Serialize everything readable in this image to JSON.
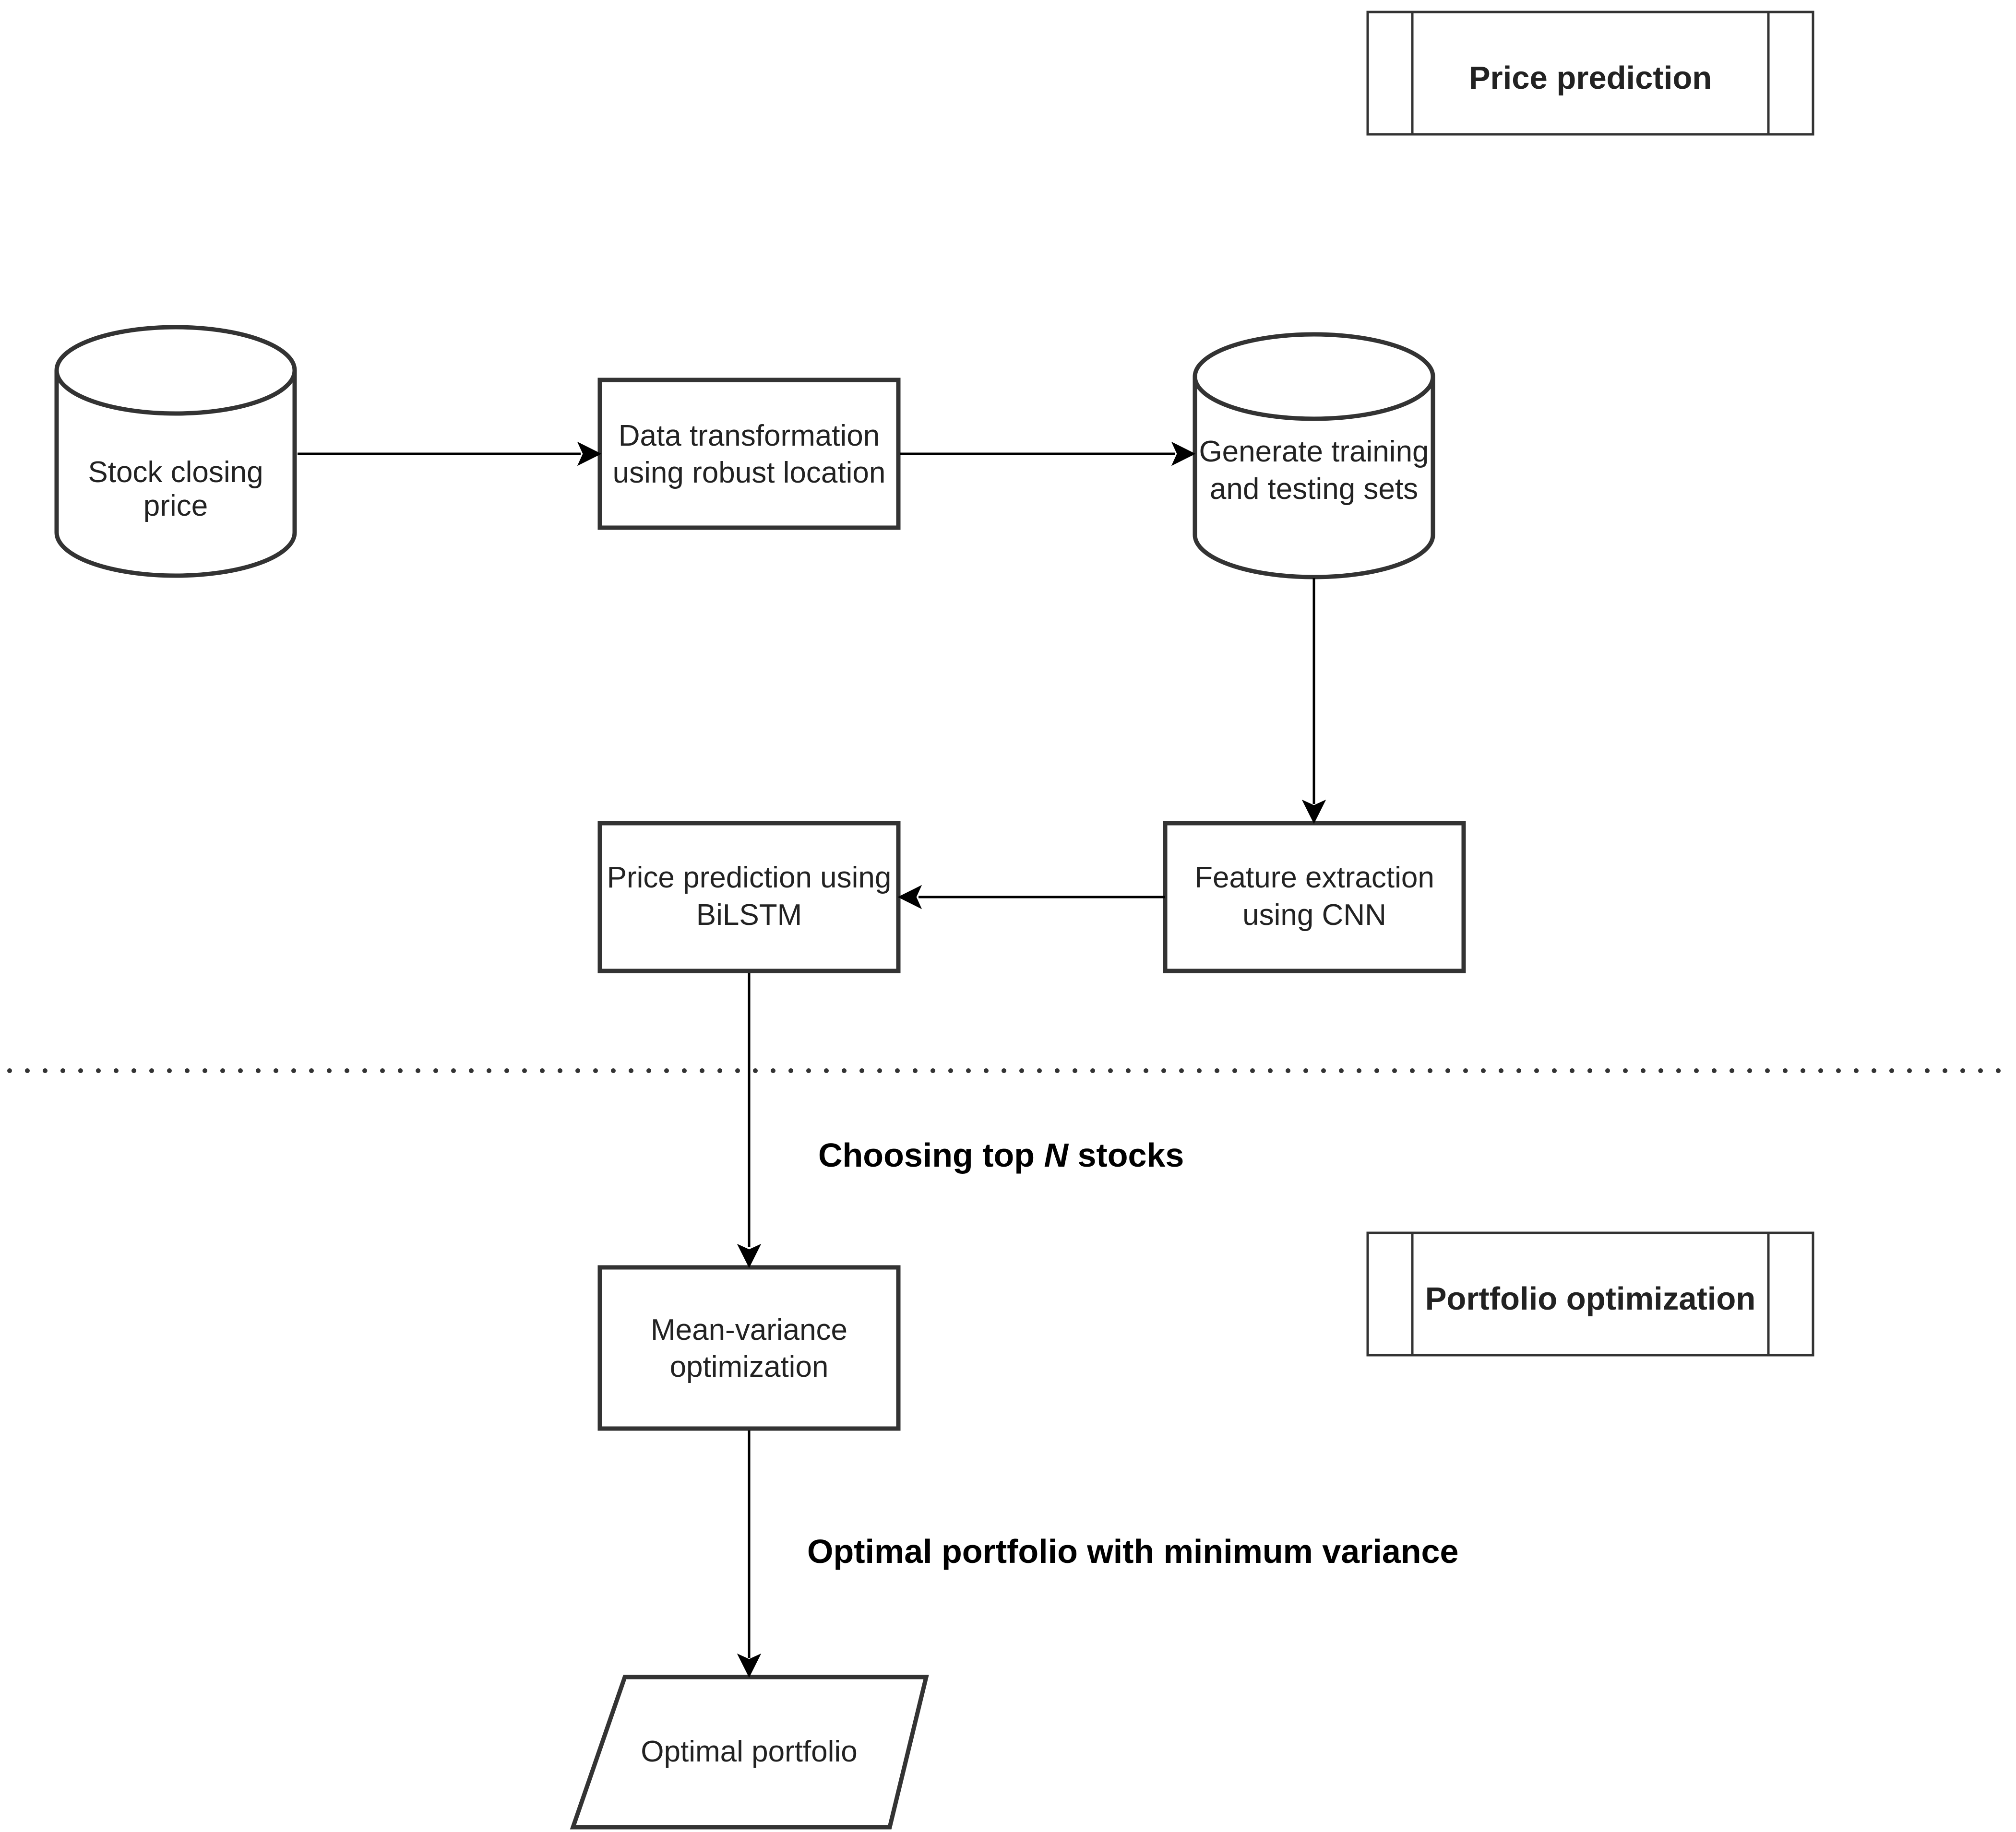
{
  "sections": {
    "price_prediction": "Price prediction",
    "portfolio_optimization": "Portfolio optimization"
  },
  "nodes": {
    "stock_closing_price": {
      "shape": "cylinder",
      "lines": [
        "Stock closing",
        "price"
      ]
    },
    "data_transformation": {
      "shape": "rectangle",
      "lines": [
        "Data transformation",
        "using robust location"
      ]
    },
    "generate_sets": {
      "shape": "cylinder",
      "lines": [
        "Generate training",
        "and testing sets"
      ]
    },
    "feature_extraction": {
      "shape": "rectangle",
      "lines": [
        "Feature extraction",
        "using CNN"
      ]
    },
    "price_prediction_bilstm": {
      "shape": "rectangle",
      "lines": [
        "Price prediction using",
        "BiLSTM"
      ]
    },
    "mean_variance": {
      "shape": "rectangle",
      "lines": [
        "Mean-variance",
        "optimization"
      ]
    },
    "optimal_portfolio": {
      "shape": "parallelogram",
      "lines": [
        "Optimal portfolio"
      ]
    }
  },
  "edges": [
    {
      "from": "stock_closing_price",
      "to": "data_transformation",
      "label": ""
    },
    {
      "from": "data_transformation",
      "to": "generate_sets",
      "label": ""
    },
    {
      "from": "generate_sets",
      "to": "feature_extraction",
      "label": ""
    },
    {
      "from": "feature_extraction",
      "to": "price_prediction_bilstm",
      "label": ""
    },
    {
      "from": "price_prediction_bilstm",
      "to": "mean_variance",
      "label_parts": [
        "Choosing top ",
        "N",
        " stocks"
      ]
    },
    {
      "from": "mean_variance",
      "to": "optimal_portfolio",
      "label": "Optimal portfolio with minimum variance"
    }
  ],
  "colors": {
    "stroke": "#333333",
    "arrow": "#000000",
    "text": "#222222",
    "background": "#ffffff"
  }
}
